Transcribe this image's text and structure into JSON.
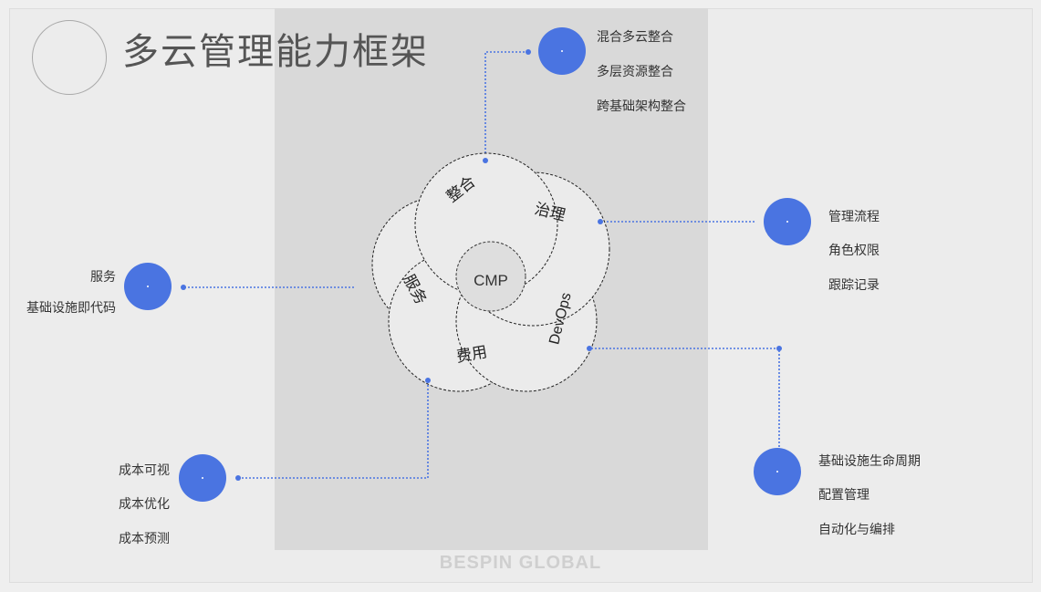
{
  "title": "多云管理能力框架",
  "footer": {
    "brand": "BESPIN GLOBAL",
    "brand_color": "#cfcfcf"
  },
  "colors": {
    "accent": "#4a74e1",
    "petal_fill": "#ebebeb",
    "center_fill": "#dedede"
  },
  "wheel": {
    "center_label": "CMP",
    "segments": [
      {
        "label": "整合"
      },
      {
        "label": "治理"
      },
      {
        "label": "DevOps"
      },
      {
        "label": "费用"
      },
      {
        "label": "服务"
      }
    ]
  },
  "groups": [
    {
      "id": "integration",
      "items": [
        "混合多云整合",
        "多层资源整合",
        "跨基础架构整合"
      ]
    },
    {
      "id": "governance",
      "items": [
        "管理流程",
        "角色权限",
        "跟踪记录"
      ]
    },
    {
      "id": "service",
      "items": [
        "服务",
        "基础设施即代码"
      ]
    },
    {
      "id": "cost",
      "items": [
        "成本可视",
        "成本优化",
        "成本预测"
      ]
    },
    {
      "id": "devops",
      "items": [
        "基础设施生命周期",
        "配置管理",
        "自动化与编排"
      ]
    }
  ]
}
